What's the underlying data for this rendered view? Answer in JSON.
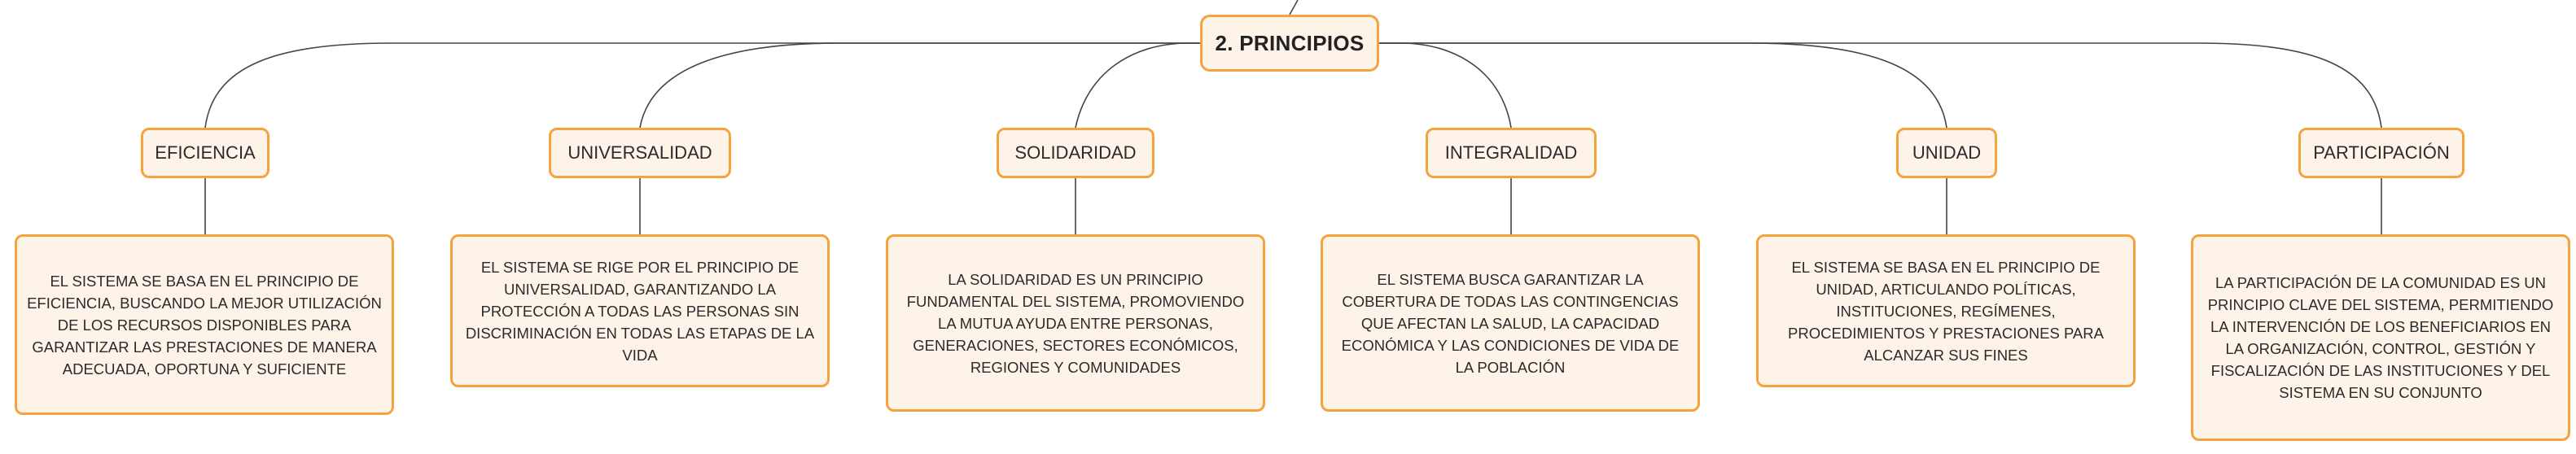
{
  "root": {
    "label": "2. PRINCIPIOS"
  },
  "principles": [
    {
      "name": "EFICIENCIA",
      "description": "EL SISTEMA SE BASA EN EL PRINCIPIO DE EFICIENCIA, BUSCANDO LA MEJOR UTILIZACIÓN DE LOS RECURSOS DISPONIBLES PARA GARANTIZAR LAS PRESTACIONES DE MANERA ADECUADA, OPORTUNA Y SUFICIENTE"
    },
    {
      "name": "UNIVERSALIDAD",
      "description": "EL SISTEMA SE RIGE POR EL PRINCIPIO DE UNIVERSALIDAD, GARANTIZANDO LA PROTECCIÓN A TODAS LAS PERSONAS SIN DISCRIMINACIÓN EN TODAS LAS ETAPAS DE LA VIDA"
    },
    {
      "name": "SOLIDARIDAD",
      "description": "LA SOLIDARIDAD ES UN PRINCIPIO FUNDAMENTAL DEL SISTEMA, PROMOVIENDO LA MUTUA AYUDA ENTRE PERSONAS, GENERACIONES, SECTORES ECONÓMICOS, REGIONES Y COMUNIDADES"
    },
    {
      "name": "INTEGRALIDAD",
      "description": "EL SISTEMA BUSCA GARANTIZAR LA COBERTURA DE TODAS LAS CONTINGENCIAS QUE AFECTAN LA SALUD, LA CAPACIDAD ECONÓMICA Y LAS CONDICIONES DE VIDA DE LA POBLACIÓN"
    },
    {
      "name": "UNIDAD",
      "description": "EL SISTEMA SE BASA EN EL PRINCIPIO DE UNIDAD, ARTICULANDO POLÍTICAS, INSTITUCIONES, REGÍMENES, PROCEDIMIENTOS Y PRESTACIONES PARA ALCANZAR SUS FINES"
    },
    {
      "name": "PARTICIPACIÓN",
      "description": "LA PARTICIPACIÓN DE LA COMUNIDAD ES UN PRINCIPIO CLAVE DEL SISTEMA, PERMITIENDO LA INTERVENCIÓN DE LOS BENEFICIARIOS EN LA ORGANIZACIÓN, CONTROL, GESTIÓN Y FISCALIZACIÓN DE LAS INSTITUCIONES Y DEL SISTEMA EN SU CONJUNTO"
    }
  ],
  "colors": {
    "border": "#f5a33c",
    "fill": "#fdf3e9",
    "line": "#444444"
  }
}
